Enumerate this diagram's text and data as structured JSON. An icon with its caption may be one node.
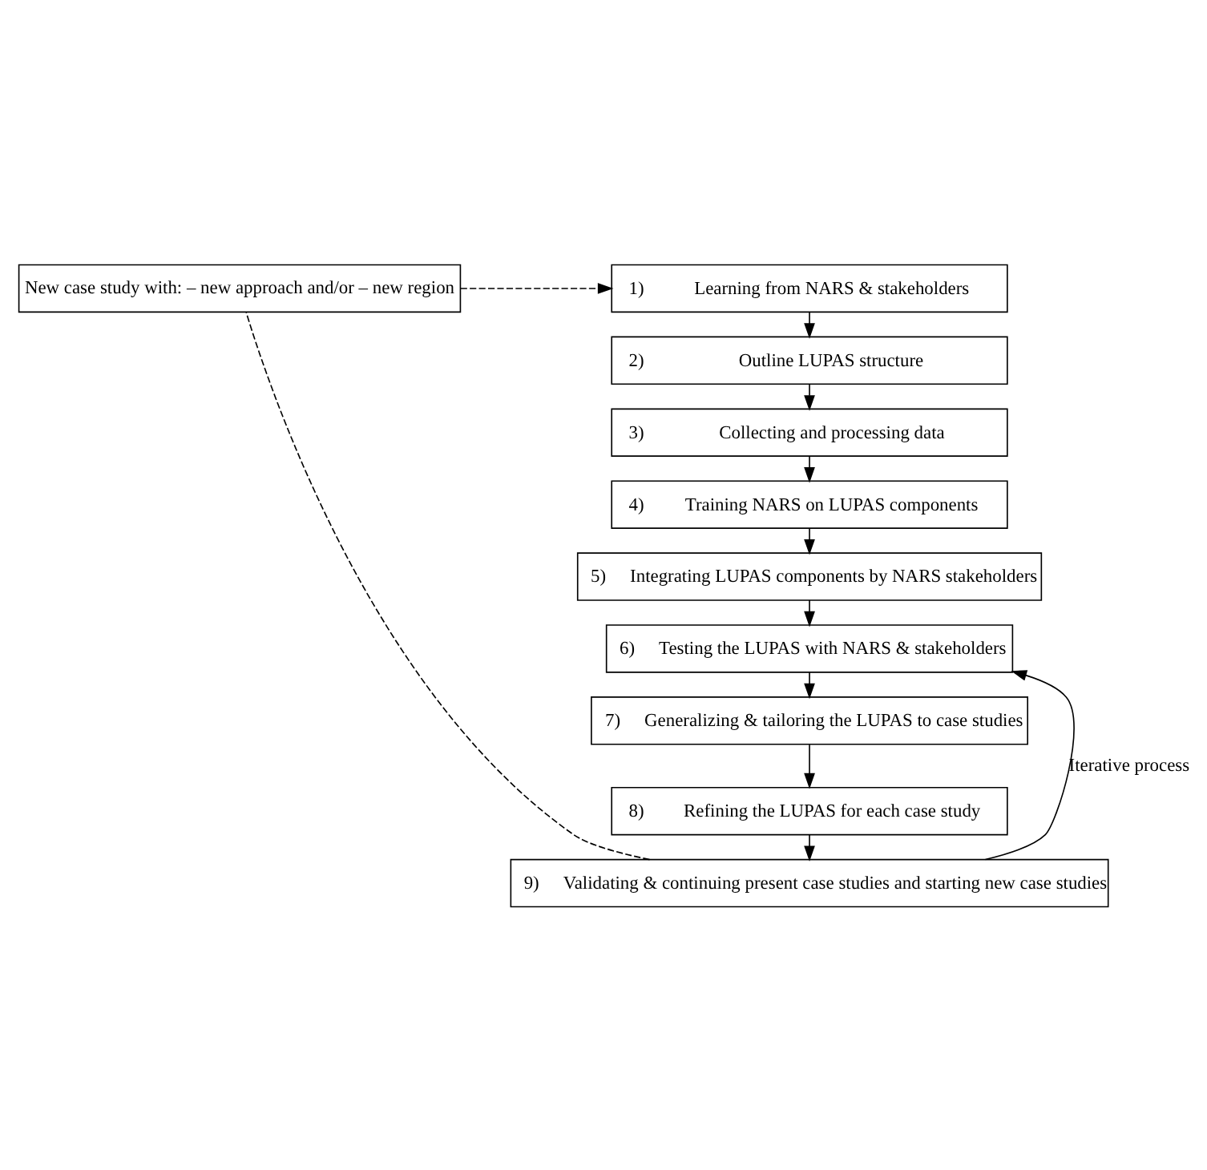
{
  "diagram": {
    "nodes": [
      {
        "text": [
          "New case study with: – new approach and/or – new region"
        ]
      },
      {
        "text": [
          "1)",
          "Learning from NARS & stakeholders"
        ]
      },
      {
        "text": [
          "2)",
          "Outline LUPAS structure"
        ]
      },
      {
        "text": [
          "3)",
          "Collecting and processing data"
        ]
      },
      {
        "text": [
          "4)",
          "Training NARS on LUPAS components"
        ]
      },
      {
        "text": [
          "5)",
          "Integrating LUPAS components by NARS stakeholders"
        ]
      },
      {
        "text": [
          "6)",
          "Testing the LUPAS with NARS & stakeholders"
        ]
      },
      {
        "text": [
          "7)",
          "Generalizing & tailoring the LUPAS to case studies"
        ]
      },
      {
        "text": [
          "8)",
          "Refining the LUPAS for each case study"
        ]
      },
      {
        "text": [
          "9)",
          "Validating & continuing present case studies and starting new case studies"
        ]
      }
    ],
    "edges": [
      {
        "from": 0,
        "to": 1,
        "arrow": "to",
        "style": "dashed"
      },
      {
        "from": 1,
        "to": 2,
        "arrow": "to"
      },
      {
        "from": 2,
        "to": 3,
        "arrow": "to"
      },
      {
        "from": 3,
        "to": 4,
        "arrow": "to"
      },
      {
        "from": 4,
        "to": 5,
        "arrow": "to"
      },
      {
        "from": 5,
        "to": 6,
        "arrow": "to"
      },
      {
        "from": 6,
        "to": 7,
        "arrow": "to"
      },
      {
        "from": 7,
        "to": 8,
        "arrow": "to"
      },
      {
        "from": 8,
        "to": 9,
        "arrow": "to"
      },
      {
        "from": 9,
        "to": 6,
        "arrow": "to",
        "label": "Iterative process"
      },
      {
        "from": 9,
        "to": 0,
        "arrow": "none",
        "style": "dashed"
      }
    ]
  }
}
